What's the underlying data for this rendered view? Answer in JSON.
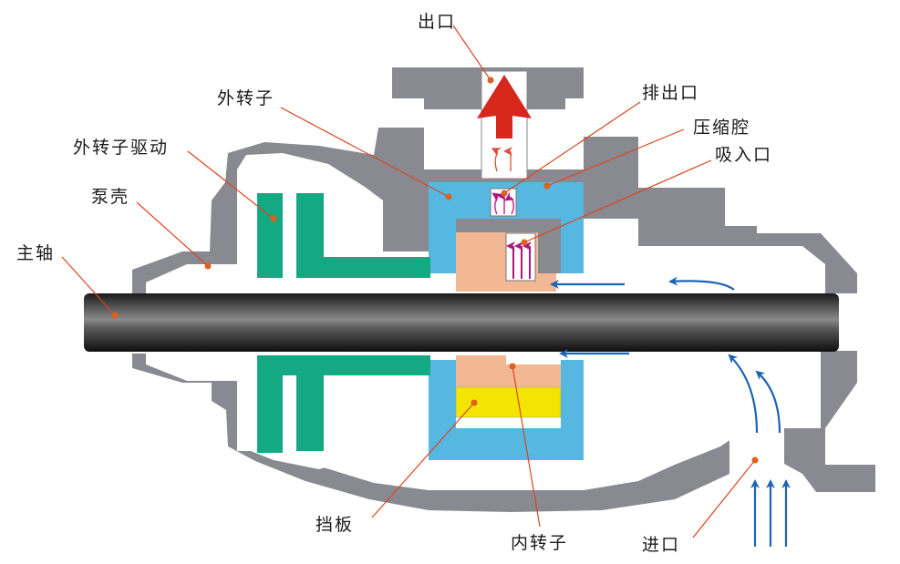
{
  "labels": {
    "outlet": "出口",
    "discharge_port": "排出口",
    "outer_rotor": "外转子",
    "compression_chamber": "压缩腔",
    "outer_rotor_drive": "外转子驱动",
    "suction_port": "吸入口",
    "pump_casing": "泵壳",
    "main_shaft": "主轴",
    "baffle": "挡板",
    "inner_rotor": "内转子",
    "inlet": "进口"
  },
  "colors": {
    "casing": "#898a91",
    "drive": "#14a982",
    "outer_rotor": "#56b7e0",
    "inner_rotor": "#f2b793",
    "baffle": "#f4e401",
    "outlet_arrow": "#d7261b",
    "suction_arrow": "#b0157e",
    "flow_arrow": "#1b64b5",
    "leader": "#d9461e"
  }
}
